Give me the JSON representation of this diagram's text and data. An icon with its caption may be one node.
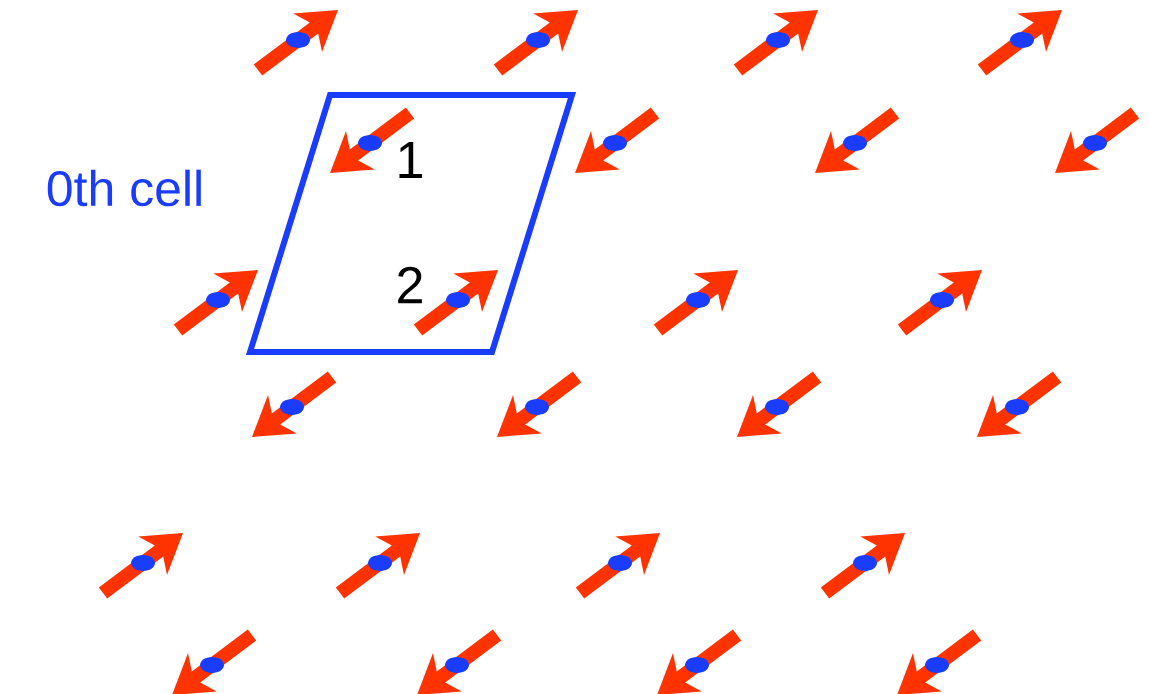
{
  "diagram": {
    "nodes": [
      {
        "text": [
          "1",
          "2"
        ],
        "beside": [
          "0th cell"
        ]
      }
    ]
  }
}
